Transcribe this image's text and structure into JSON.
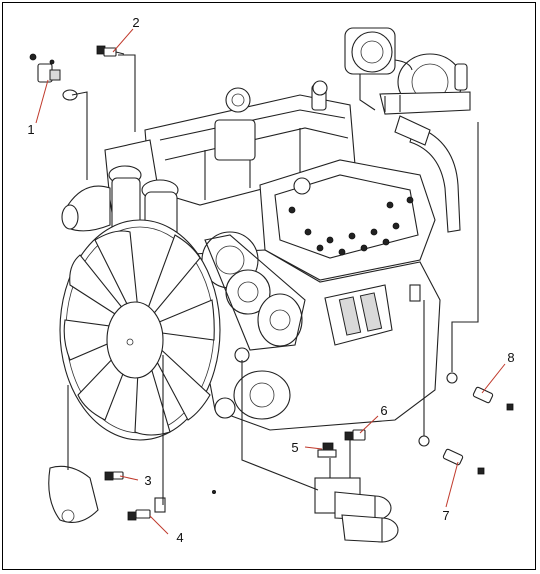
{
  "diagram": {
    "callouts": [
      {
        "id": "1",
        "label": "1"
      },
      {
        "id": "2",
        "label": "2"
      },
      {
        "id": "3",
        "label": "3"
      },
      {
        "id": "4",
        "label": "4"
      },
      {
        "id": "5",
        "label": "5"
      },
      {
        "id": "6",
        "label": "6"
      },
      {
        "id": "7",
        "label": "7"
      },
      {
        "id": "8",
        "label": "8"
      }
    ],
    "colors": {
      "leader": "#c0392b",
      "outline": "#222222",
      "background": "#ffffff"
    }
  }
}
